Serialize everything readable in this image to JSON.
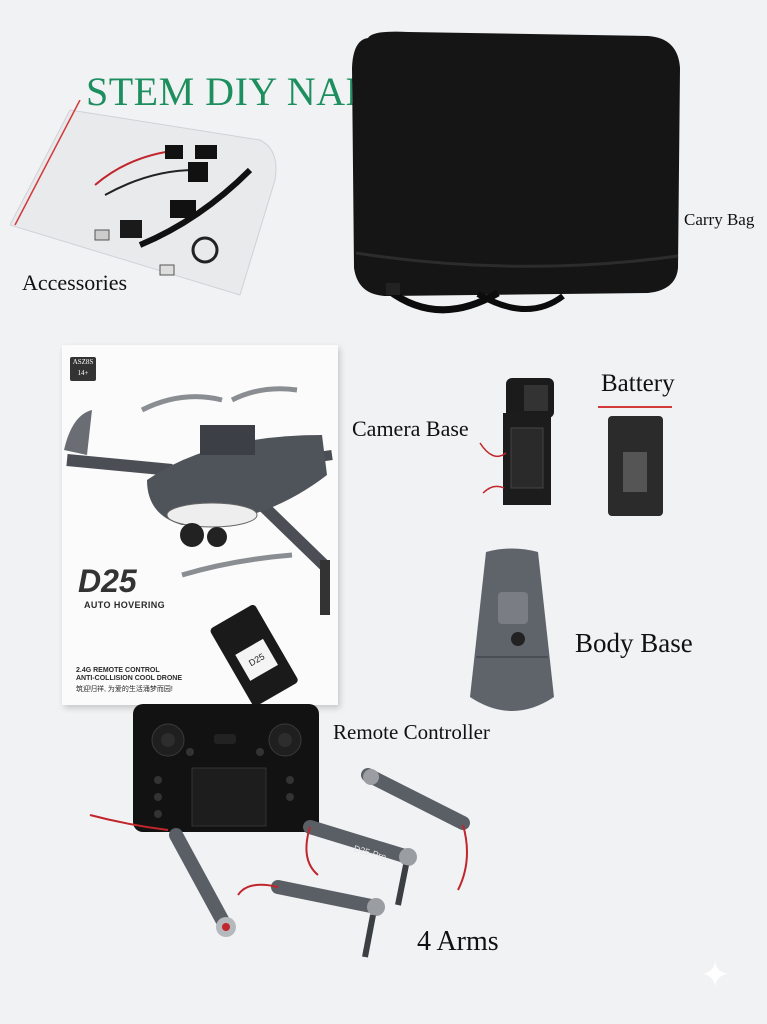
{
  "title": "STEM DIY NANO DRONE KIT",
  "title_color": "#1d8f5f",
  "labels": {
    "carry_bag": "Carry Bag",
    "accessories": "Accessories",
    "camera_base": "Camera Base",
    "battery": "Battery",
    "body_base": "Body Base",
    "remote_controller": "Remote Controller",
    "arms": "4 Arms"
  },
  "box": {
    "age_line1": "ASZ8S",
    "age_line2": "14+",
    "brand": "D25",
    "tagline": "AUTO HOVERING",
    "feature1": "2.4G REMOTE CONTROL",
    "feature2": "ANTI-COLLISION COOL DRONE",
    "feature3": "筑迎归祥, 为爱的生活涌梦而园!"
  },
  "arm_print": "D25-Pro",
  "battery_print": "D25",
  "colors": {
    "drone_gray": "#5a5f66",
    "bag_black": "#141414",
    "wire_red": "#c0262b"
  }
}
